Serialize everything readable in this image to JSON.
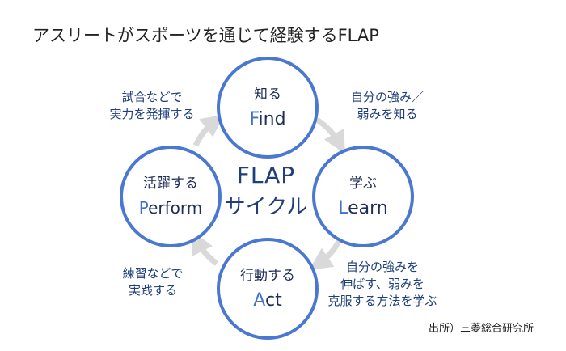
{
  "title": "アスリートがスポーツを通じて経験するFLAP",
  "center": {
    "line1": "FLAP",
    "line2": "サイクル"
  },
  "stages": [
    {
      "id": "find",
      "jp": "知る",
      "en_initial": "F",
      "en_rest": "ind"
    },
    {
      "id": "learn",
      "jp": "学ぶ",
      "en_initial": "L",
      "en_rest": "earn"
    },
    {
      "id": "act",
      "jp": "行動する",
      "en_initial": "A",
      "en_rest": "ct"
    },
    {
      "id": "perform",
      "jp": "活躍する",
      "en_initial": "P",
      "en_rest": "erform"
    }
  ],
  "notes": {
    "find_to_learn": [
      "自分の強み／",
      "弱みを知る"
    ],
    "learn_to_act": [
      "自分の強みを",
      "伸ばす、弱みを",
      "克服する方法を学ぶ"
    ],
    "act_to_perform": [
      "練習などで",
      "実践する"
    ],
    "perform_to_find": [
      "試合などで",
      "実力を発揮する"
    ]
  },
  "source": "出所）三菱総合研究所",
  "colors": {
    "circle_border": "#4a78d0",
    "arrow": "#d9d9d9",
    "text": "#1f2d57",
    "accent": "#3f72cc"
  }
}
